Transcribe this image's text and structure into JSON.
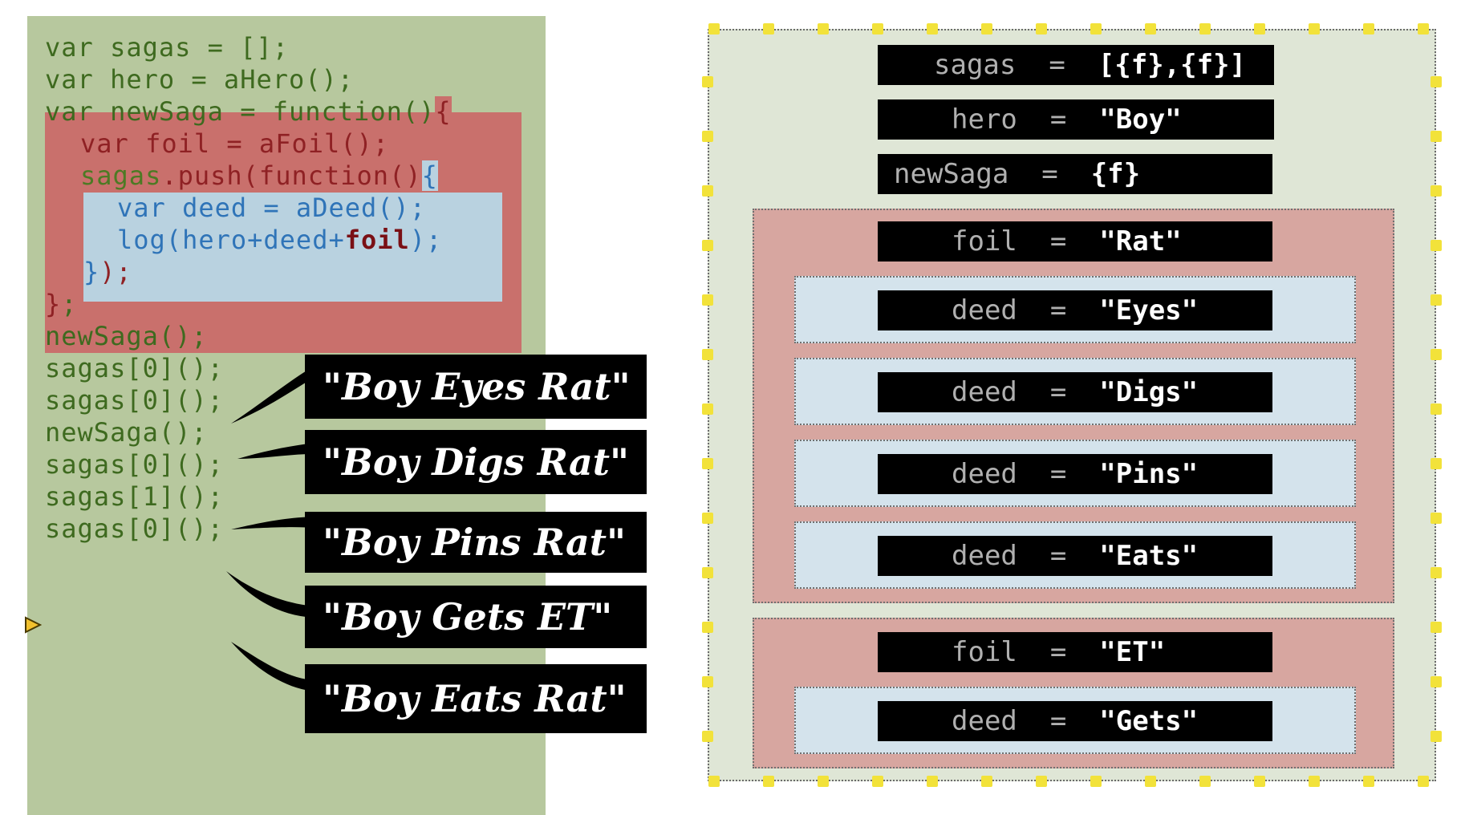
{
  "code": {
    "line1": "var sagas = [];",
    "line2": "var hero = aHero();",
    "line3_a": "var newSaga = function()",
    "brace_open": "{",
    "line4": "var foil = aFoil();",
    "line5_a": "sagas",
    "line5_b": ".push(function()",
    "line6": "var deed = aDeed();",
    "line7_a": "log(hero+deed+",
    "line7_b": "foil",
    "line7_c": ");",
    "line8_a": "}",
    "line8_b": ");",
    "line9_a": "}",
    "line9_b": ";",
    "line10": "newSaga();",
    "line11": "sagas[0]();",
    "line12": "sagas[0]();",
    "line13": "newSaga();",
    "line14": "sagas[0]();",
    "line15": "sagas[1]();",
    "line16": "sagas[0]();"
  },
  "outputs": [
    "\"Boy Eyes Rat\"",
    "\"Boy Digs Rat\"",
    "\"Boy Pins Rat\"",
    "\"Boy Gets ET\"",
    "\"Boy Eats Rat\""
  ],
  "memory": {
    "sagas": {
      "name": "sagas",
      "eq": "=",
      "value": "[{f},{f}]"
    },
    "hero": {
      "name": "hero",
      "eq": "=",
      "value": "\"Boy\""
    },
    "newSaga": {
      "name": "newSaga",
      "eq": "=",
      "value": "{f}"
    },
    "foil1": {
      "name": "foil",
      "eq": "=",
      "value": "\"Rat\""
    },
    "deed1": {
      "name": "deed",
      "eq": "=",
      "value": "\"Eyes\""
    },
    "deed2": {
      "name": "deed",
      "eq": "=",
      "value": "\"Digs\""
    },
    "deed3": {
      "name": "deed",
      "eq": "=",
      "value": "\"Pins\""
    },
    "deed4": {
      "name": "deed",
      "eq": "=",
      "value": "\"Eats\""
    },
    "foil2": {
      "name": "foil",
      "eq": "=",
      "value": "\"ET\""
    },
    "deed5": {
      "name": "deed",
      "eq": "=",
      "value": "\"Gets\""
    }
  },
  "colors": {
    "code_bg": "#b7c89e",
    "outer_scope": "#c9706c",
    "inner_scope": "#b9d2e0",
    "global_frame": "#dfe6d6",
    "marker": "#f2e23a"
  }
}
